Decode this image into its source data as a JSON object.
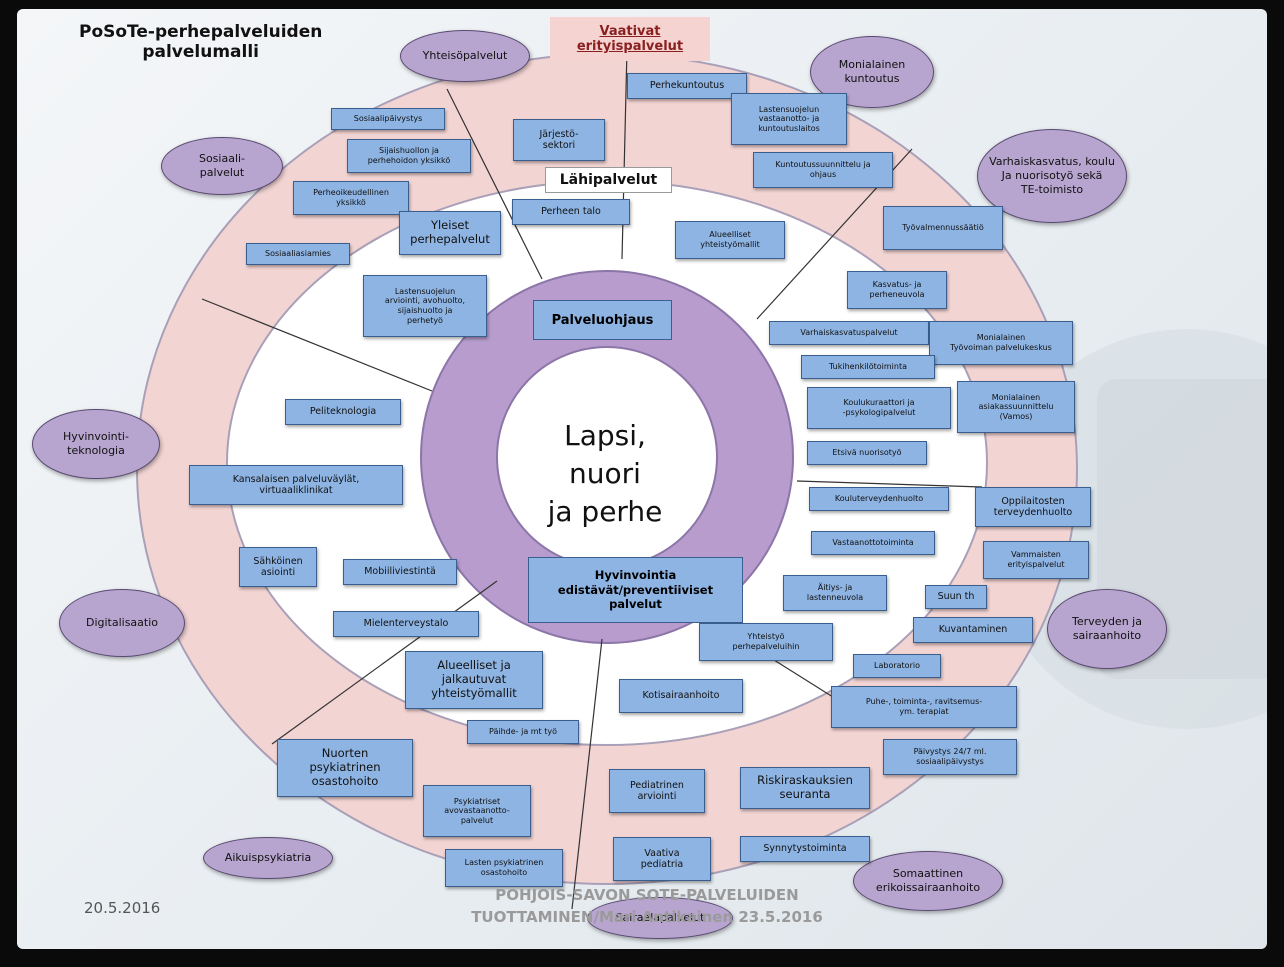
{
  "title": "PoSoTe-perhepalveluiden\npalvelumalli",
  "center": "Lapsi, nuori\nja perhe",
  "ring_labels": {
    "outer": "Vaativat\nerityispalvelut",
    "middle": "Lähipalvelut",
    "inner_top": "Palveluohjaus",
    "inner_bottom": "Hyvinvointia\nedistävät/preventiiviset\npalvelut"
  },
  "outer_ellipses": [
    {
      "key": "yhteiso",
      "label": "Yhteisöpalvelut"
    },
    {
      "key": "monialainen",
      "label": "Monialainen\nkuntoutus"
    },
    {
      "key": "sosiaali",
      "label": "Sosiaali-\npalvelut"
    },
    {
      "key": "varhais",
      "label": "Varhaiskasvatus, koulu\nJa nuorisotyö sekä\nTE-toimisto"
    },
    {
      "key": "hyvtek",
      "label": "Hyvinvointi-\nteknologia"
    },
    {
      "key": "digi",
      "label": "Digitalisaatio"
    },
    {
      "key": "terveys",
      "label": "Terveyden ja\nsairaanhoito"
    },
    {
      "key": "aikuis",
      "label": "Aikuispsykiatria"
    },
    {
      "key": "somaattinen",
      "label": "Somaattinen\nerikoissairaanhoito"
    },
    {
      "key": "sairaala",
      "label": "Sairaalapalvelut"
    }
  ],
  "boxes": [
    {
      "key": "sosiaalipaivystys",
      "label": "Sosiaalipäivystys"
    },
    {
      "key": "sijaishuolto",
      "label": "Sijaishuollon ja\nperhehoidon yksikkö"
    },
    {
      "key": "perheoikeus",
      "label": "Perheoikeudellinen\nyksikkö"
    },
    {
      "key": "sosiaaliasiamies",
      "label": "Sosiaaliasiamies"
    },
    {
      "key": "jarjesto",
      "label": "Järjestö-\nsektori"
    },
    {
      "key": "perhekuntoutus",
      "label": "Perhekuntoutus"
    },
    {
      "key": "lastensuojelu_vk",
      "label": "Lastensuojelun\nvastaanotto- ja\nkuntoutuslaitos"
    },
    {
      "key": "kuntoutussuunnittelu",
      "label": "Kuntoutussuunnittelu ja\nohjaus"
    },
    {
      "key": "yleiset",
      "label": "Yleiset\nperhepalvelut"
    },
    {
      "key": "perheentalo",
      "label": "Perheen talo"
    },
    {
      "key": "alueelliset1",
      "label": "Alueelliset\nyhteistyömallit"
    },
    {
      "key": "tyovalmennus",
      "label": "Työvalmennussäätiö"
    },
    {
      "key": "lastensuojelu_arv",
      "label": "Lastensuojelun\narviointi, avohuolto,\nsijaishuolto ja\nperhetyö"
    },
    {
      "key": "kasvatus",
      "label": "Kasvatus- ja\nperheneuvola"
    },
    {
      "key": "varhaiskasvatuspalvelut",
      "label": "Varhaiskasvatuspalvelut"
    },
    {
      "key": "monialainen_tyovoima",
      "label": "Monialainen\nTyövoiman palvelukeskus"
    },
    {
      "key": "tukihenkilo",
      "label": "Tukihenkilötoiminta"
    },
    {
      "key": "monialainen_asiakas",
      "label": "Monialainen\nasiakassuunnittelu\n(Vamos)"
    },
    {
      "key": "koulukuraattori",
      "label": "Koulukuraattori ja\n-psykologipalvelut"
    },
    {
      "key": "peliteknologia",
      "label": "Peliteknologia"
    },
    {
      "key": "etsiva",
      "label": "Etsivä nuorisotyö"
    },
    {
      "key": "kansalaisen",
      "label": "Kansalaisen palveluväylät,\nvirtuaaliklinikat"
    },
    {
      "key": "kouluterveydenhuolto",
      "label": "Kouluterveydenhuolto"
    },
    {
      "key": "oppilaitosten",
      "label": "Oppilaitosten\nterveydenhuolto"
    },
    {
      "key": "vastaanotto",
      "label": "Vastaanottotoiminta"
    },
    {
      "key": "sahkoinen",
      "label": "Sähköinen\nasiointi"
    },
    {
      "key": "mobiili",
      "label": "Mobiiliviestintä"
    },
    {
      "key": "vammaisten",
      "label": "Vammaisten\nerityispalvelut"
    },
    {
      "key": "aitiys",
      "label": "Äitiys- ja\nlastenneuvola"
    },
    {
      "key": "suunth",
      "label": "Suun th"
    },
    {
      "key": "mielenterveystalo",
      "label": "Mielenterveystalo"
    },
    {
      "key": "kuvantaminen",
      "label": "Kuvantaminen"
    },
    {
      "key": "yhteistyo",
      "label": "Yhteistyö\nperhepalveluihin"
    },
    {
      "key": "alueelliset2",
      "label": "Alueelliset ja\njalkautuvat\nyhteistyömallit"
    },
    {
      "key": "laboratorio",
      "label": "Laboratorio"
    },
    {
      "key": "kotisairaanhoito",
      "label": "Kotisairaanhoito"
    },
    {
      "key": "puhe",
      "label": "Puhe-, toiminta-, ravitsemus-\nym. terapiat"
    },
    {
      "key": "paihde",
      "label": "Päihde- ja mt työ"
    },
    {
      "key": "nuorten",
      "label": "Nuorten\npsykiatrinen\nosastohoito"
    },
    {
      "key": "paivystys",
      "label": "Päivystys 24/7 ml.\nsosiaalipäivystys"
    },
    {
      "key": "pediatrinen",
      "label": "Pediatrinen\narviointi"
    },
    {
      "key": "riskiraskauksien",
      "label": "Riskiraskauksien\nseuranta"
    },
    {
      "key": "psykiatriset",
      "label": "Psykiatriset\navovastaanotto-\npalvelut"
    },
    {
      "key": "vaativa",
      "label": "Vaativa\npediatria"
    },
    {
      "key": "synnytys",
      "label": "Synnytystoiminta"
    },
    {
      "key": "lasten_psyk",
      "label": "Lasten psykiatrinen\nosastohoito"
    }
  ],
  "footer": {
    "date": "20.5.2016",
    "text": "POHJOIS-SAVON SOTE-PALVELUIDEN\nTUOTTAMINEN/Mari Antikainen 23.5.2016"
  },
  "colors": {
    "outer_ring": "#f2d4d3",
    "middle_ring": "#ffffff",
    "inner_ring": "#b79ccd",
    "center": "#ffffff",
    "box": "#8eb4e3",
    "ellipse": "#b7a5cf"
  }
}
